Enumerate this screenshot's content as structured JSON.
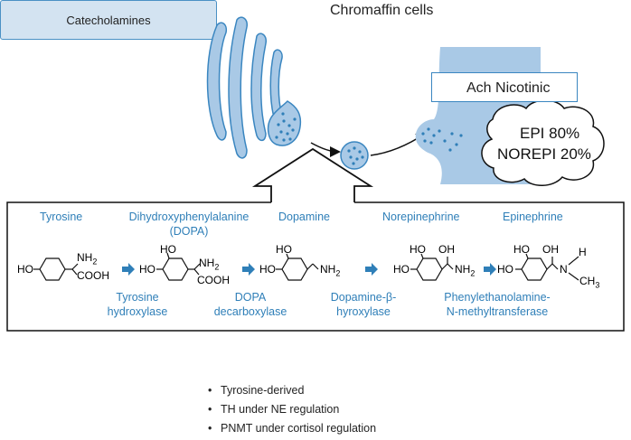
{
  "header": {
    "title": "Chromaffin cells"
  },
  "receptor": {
    "label": "Ach Nicotinic"
  },
  "release": {
    "epi": "EPI 80%",
    "norepi": "NOREPI 20%"
  },
  "compounds": [
    {
      "name": "Tyrosine"
    },
    {
      "name": "Dihydroxyphenylalanine\n(DOPA)"
    },
    {
      "name": "Dopamine"
    },
    {
      "name": "Norepinephrine"
    },
    {
      "name": "Epinephrine"
    }
  ],
  "enzymes": [
    {
      "name": "Tyrosine\nhydroxylase"
    },
    {
      "name": "DOPA\ndecarboxylase"
    },
    {
      "name": "Dopamine-β-\nhyroxylase"
    },
    {
      "name": "Phenylethanolamine-\nN-methyltransferase"
    }
  ],
  "structures": {
    "tyrosine": {
      "ho": "HO",
      "nh2": "NH2",
      "cooh": "COOH"
    },
    "dopa": {
      "ho1": "HO",
      "ho2": "HO",
      "nh2": "NH2",
      "cooh": "COOH"
    },
    "dopamine": {
      "ho1": "HO",
      "ho2": "HO",
      "nh2": "NH2"
    },
    "norepinephrine": {
      "oh": "OH",
      "ho1": "HO",
      "ho2": "HO",
      "nh2": "NH2"
    },
    "epinephrine": {
      "oh": "OH",
      "ho1": "HO",
      "ho2": "HO",
      "h": "H",
      "n": "N",
      "ch3": "CH3"
    }
  },
  "summary": {
    "title": "Catecholamines",
    "bullets": [
      "Tyrosine-derived",
      "TH under NE regulation",
      "PNMT under cortisol regulation"
    ]
  },
  "colors": {
    "cell": "#a9c9e6",
    "accent": "#2f7fb8",
    "border": "#3a86c0"
  }
}
